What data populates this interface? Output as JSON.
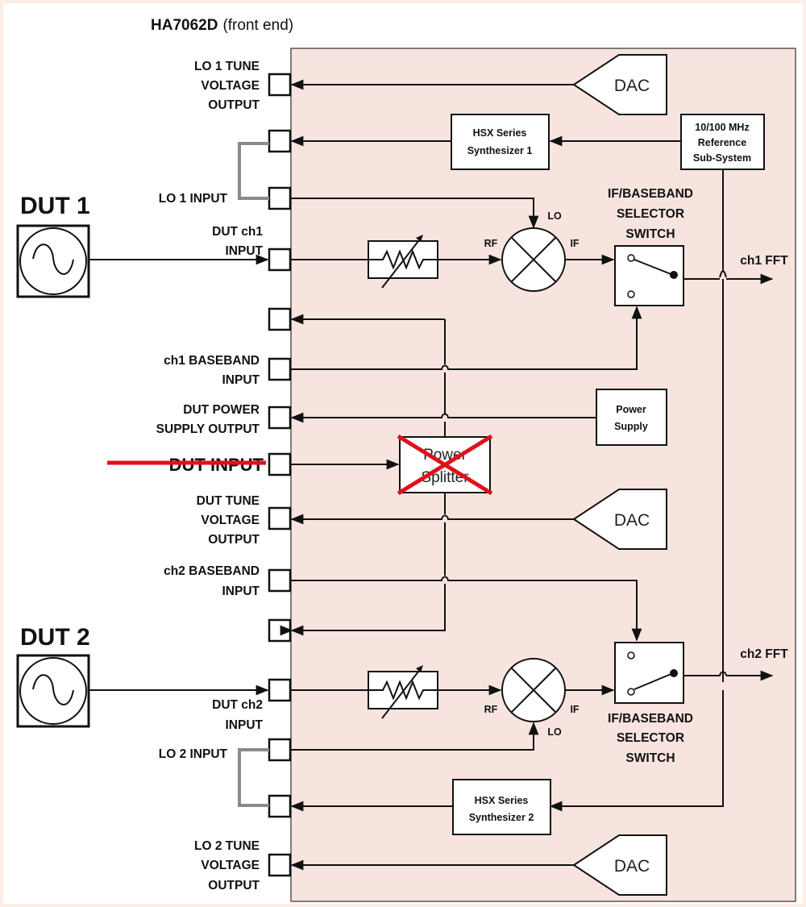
{
  "title": {
    "model": "HA7062D",
    "subtitle": "(front end)"
  },
  "colors": {
    "enclosure_fill": "#f7e4df",
    "page_bg": "#fbeee6",
    "strike_red": "#e0101b",
    "line": "#111111",
    "jumper": "#8a8a8a"
  },
  "sources": [
    {
      "id": "dut1",
      "label": "DUT 1",
      "icon": "sine-source-icon"
    },
    {
      "id": "dut2",
      "label": "DUT 2",
      "icon": "sine-source-icon"
    }
  ],
  "ports": {
    "lo1_tune": [
      "LO 1 TUNE",
      "VOLTAGE",
      "OUTPUT"
    ],
    "lo1_input": [
      "LO 1 INPUT"
    ],
    "dut_ch1_input": [
      "DUT ch1",
      "INPUT"
    ],
    "ch1_baseband": [
      "ch1 BASEBAND",
      "INPUT"
    ],
    "dut_power": [
      "DUT POWER",
      "SUPPLY OUTPUT"
    ],
    "dut_input": [
      "DUT INPUT"
    ],
    "dut_tune": [
      "DUT TUNE",
      "VOLTAGE",
      "OUTPUT"
    ],
    "ch2_baseband": [
      "ch2 BASEBAND",
      "INPUT"
    ],
    "dut_ch2_input": [
      "DUT ch2",
      "INPUT"
    ],
    "lo2_input": [
      "LO 2 INPUT"
    ],
    "lo2_tune": [
      "LO 2 TUNE",
      "VOLTAGE",
      "OUTPUT"
    ]
  },
  "blocks": {
    "dac": "DAC",
    "synth1": [
      "HSX Series",
      "Synthesizer 1"
    ],
    "synth2": [
      "HSX Series",
      "Synthesizer 2"
    ],
    "reference": [
      "10/100 MHz",
      "Reference",
      "Sub-System"
    ],
    "power_supply": [
      "Power",
      "Supply"
    ],
    "power_splitter": [
      "Power",
      "Splitter"
    ],
    "selector": [
      "IF/BASEBAND",
      "SELECTOR",
      "SWITCH"
    ]
  },
  "mixer_labels": {
    "rf": "RF",
    "if": "IF",
    "lo": "LO"
  },
  "outputs": {
    "ch1": "ch1 FFT",
    "ch2": "ch2 FFT"
  },
  "removed": [
    "dut_input",
    "power_splitter"
  ]
}
